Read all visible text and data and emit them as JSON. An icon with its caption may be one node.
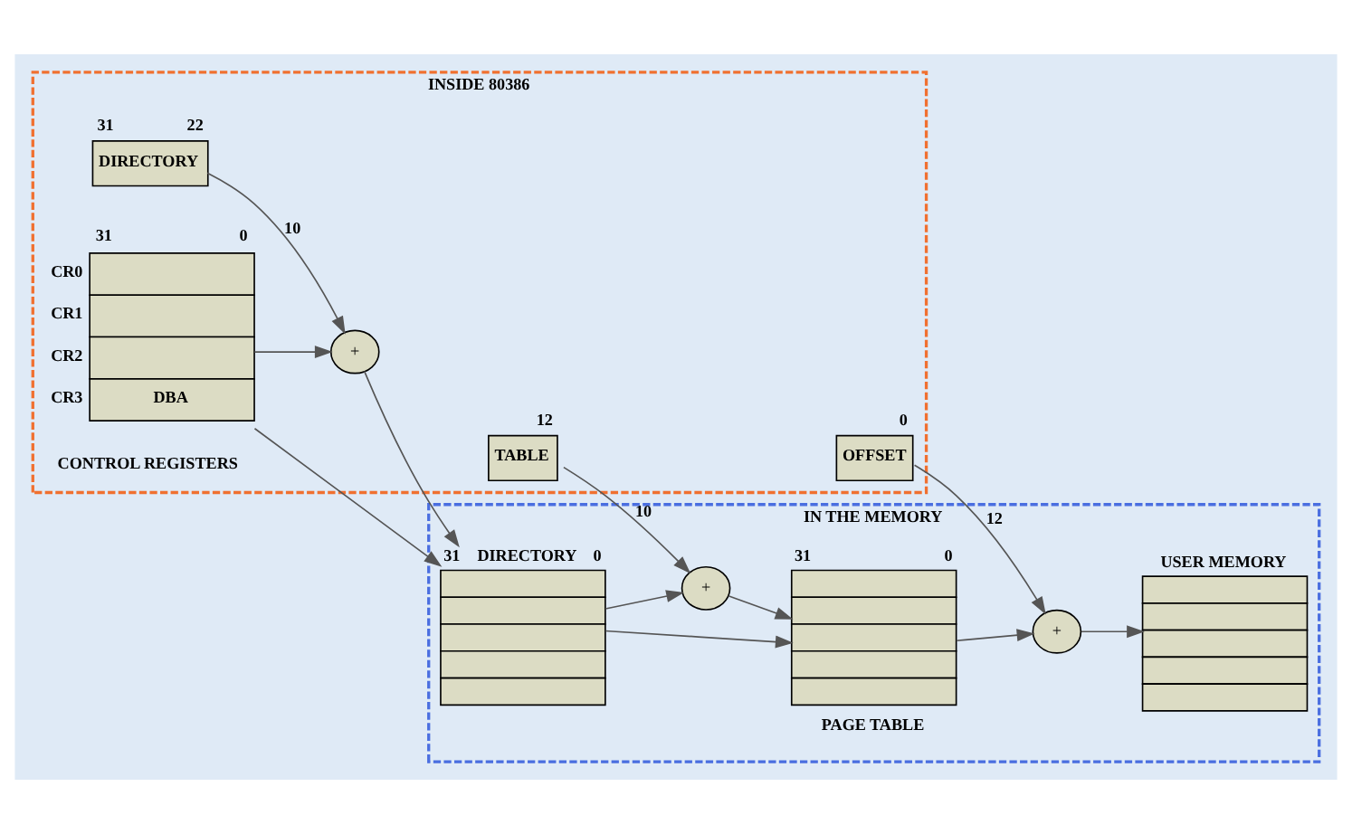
{
  "diagram": {
    "nodes": [
      {
        "text": [
          "INSIDE 80386"
        ]
      },
      {
        "text": [
          "IN THE MEMORY"
        ]
      },
      {
        "text": [
          "DIRECTORY"
        ],
        "in": 0,
        "beside": [
          "31",
          "22"
        ]
      },
      {
        "text": [
          "TABLE"
        ],
        "in": 0,
        "beside": [
          "12"
        ]
      },
      {
        "text": [
          "OFFSET"
        ],
        "in": 0,
        "beside": [
          "0"
        ]
      },
      {
        "text": [
          "DBA"
        ],
        "in": 0,
        "beside": [
          "31",
          "0",
          "CR0",
          "CR1",
          "CR2",
          "CR3",
          "CONTROL REGISTERS"
        ]
      },
      {
        "text": [
          "+"
        ],
        "in": 0
      },
      {
        "text": [
          "31",
          "DIRECTORY",
          "0"
        ],
        "in": 1
      },
      {
        "text": [
          "+"
        ],
        "in": 1
      },
      {
        "text": [
          "PAGE TABLE"
        ],
        "in": 1,
        "beside": [
          "31",
          "0"
        ]
      },
      {
        "text": [
          "+"
        ],
        "in": 1
      },
      {
        "text": [
          "USER MEMORY"
        ],
        "in": 1
      }
    ],
    "edges": [
      {
        "from": 2,
        "to": 6,
        "arrow": "to",
        "label": "10"
      },
      {
        "from": 5,
        "to": 6,
        "arrow": "to"
      },
      {
        "from": 6,
        "to": 7,
        "arrow": "to"
      },
      {
        "from": 5,
        "to": 7,
        "arrow": "to"
      },
      {
        "from": 3,
        "to": 8,
        "arrow": "to",
        "label": "10"
      },
      {
        "from": 7,
        "to": 8,
        "arrow": "to"
      },
      {
        "from": 8,
        "to": 9,
        "arrow": "to"
      },
      {
        "from": 7,
        "to": 9,
        "arrow": "to"
      },
      {
        "from": 4,
        "to": 10,
        "arrow": "to",
        "label": "12"
      },
      {
        "from": 9,
        "to": 10,
        "arrow": "to"
      },
      {
        "from": 10,
        "to": 11,
        "arrow": "to"
      }
    ]
  }
}
